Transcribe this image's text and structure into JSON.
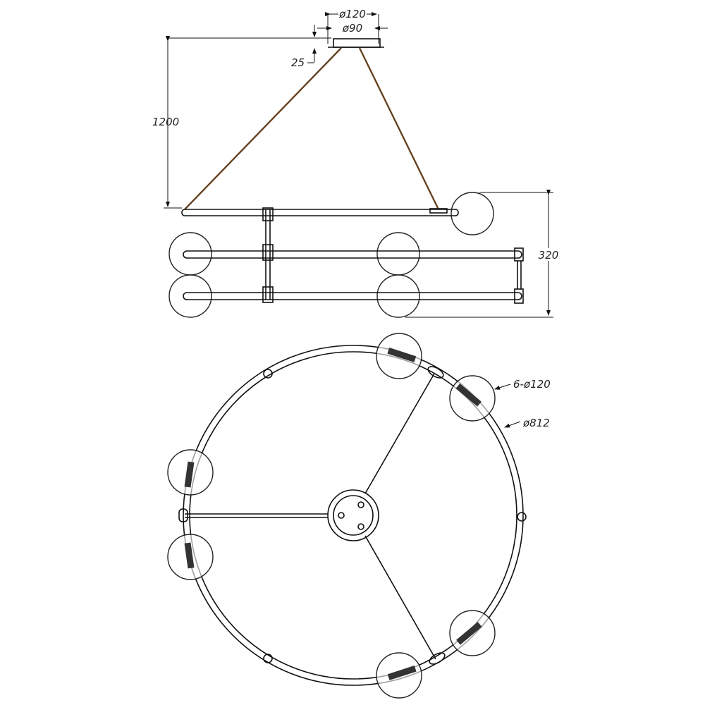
{
  "dimensions": {
    "canopy_outer": "ø120",
    "canopy_inner": "ø90",
    "canopy_height": "25",
    "drop_height": "1200",
    "body_height": "320",
    "globe_spec": "6-ø120",
    "ring_diameter": "ø812"
  },
  "colors": {
    "line": "#111111",
    "wire": "#7a4a1e"
  }
}
